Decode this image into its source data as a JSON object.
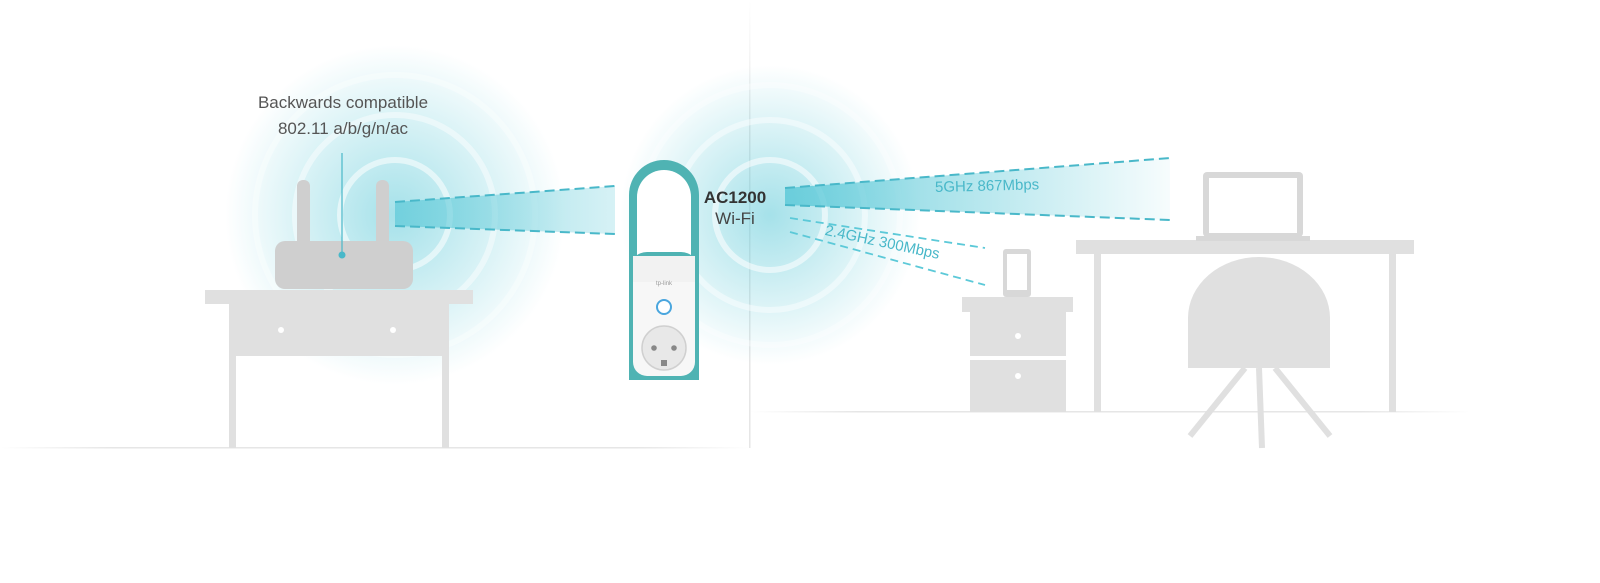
{
  "router_note": {
    "line1": "Backwards compatible",
    "line2": "802.11 a/b/g/n/ac"
  },
  "extender": {
    "speed_class": "AC1200",
    "tech": "Wi-Fi",
    "logo_text": "tp-link"
  },
  "bands": {
    "band_5ghz": "5GHz 867Mbps",
    "band_24ghz": "2.4GHz 300Mbps"
  },
  "colors": {
    "signal": "#5cc9d8",
    "signal_dark": "#49b8c9",
    "furniture": "#dedede",
    "device_accent": "#4fb3b3"
  }
}
